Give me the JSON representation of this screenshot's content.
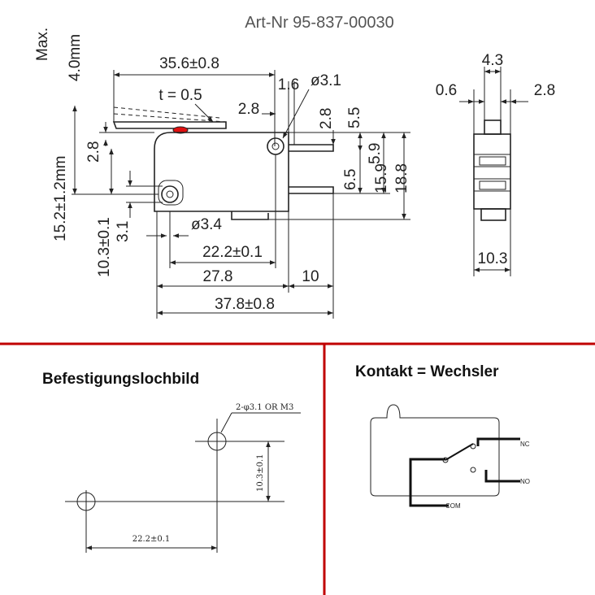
{
  "header": {
    "title": "Art-Nr 95-837-00030"
  },
  "drawing": {
    "dims": {
      "max_label": "Max.",
      "lever_travel": "4.0mm",
      "width_overall_lever": "35.6±0.8",
      "thickness": "t = 0.5",
      "d16": "1.6",
      "phi31": "ø3.1",
      "d28a": "2.8",
      "d28v": "2.8",
      "d55": "5.5",
      "d28left": "2.8",
      "d152": "15.2±1.2mm",
      "d103": "10.3±0.1",
      "d31": "3.1",
      "phi34": "ø3.4",
      "d222": "22.2±0.1",
      "d278": "27.8",
      "d10": "10",
      "d378": "37.8±0.8",
      "d65": "6.5",
      "d59": "5.9",
      "d159": "15.9",
      "d188": "18.8"
    },
    "side": {
      "d43": "4.3",
      "d06": "0.6",
      "d28": "2.8",
      "d103": "10.3"
    }
  },
  "holes": {
    "title": "Befestigungslochbild",
    "note": "2-φ3.1 OR M3",
    "v_dim": "10.3±0.1",
    "h_dim": "22.2±0.1"
  },
  "contact": {
    "title": "Kontakt = Wechsler",
    "nc": "NC",
    "no": "NO",
    "com": "COM"
  },
  "colors": {
    "divider": "#c00000",
    "actuator": "#e01010"
  }
}
